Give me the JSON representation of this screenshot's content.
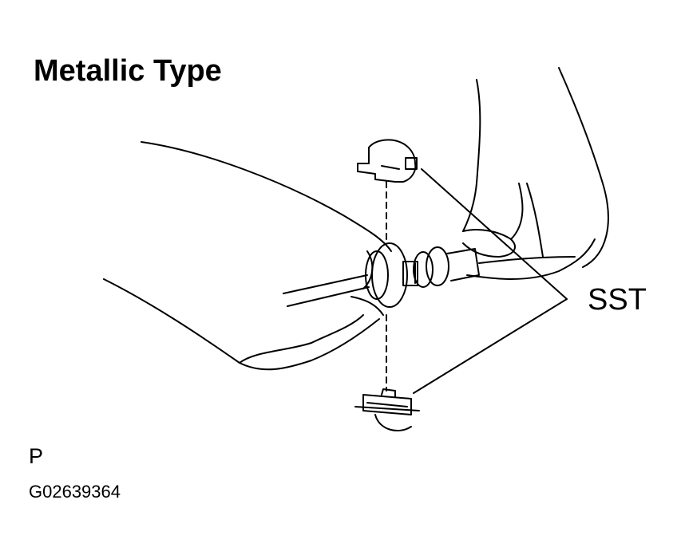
{
  "title": "Metallic Type",
  "callout_label": "SST",
  "view_marker": "P",
  "figure_id": "G02639364"
}
